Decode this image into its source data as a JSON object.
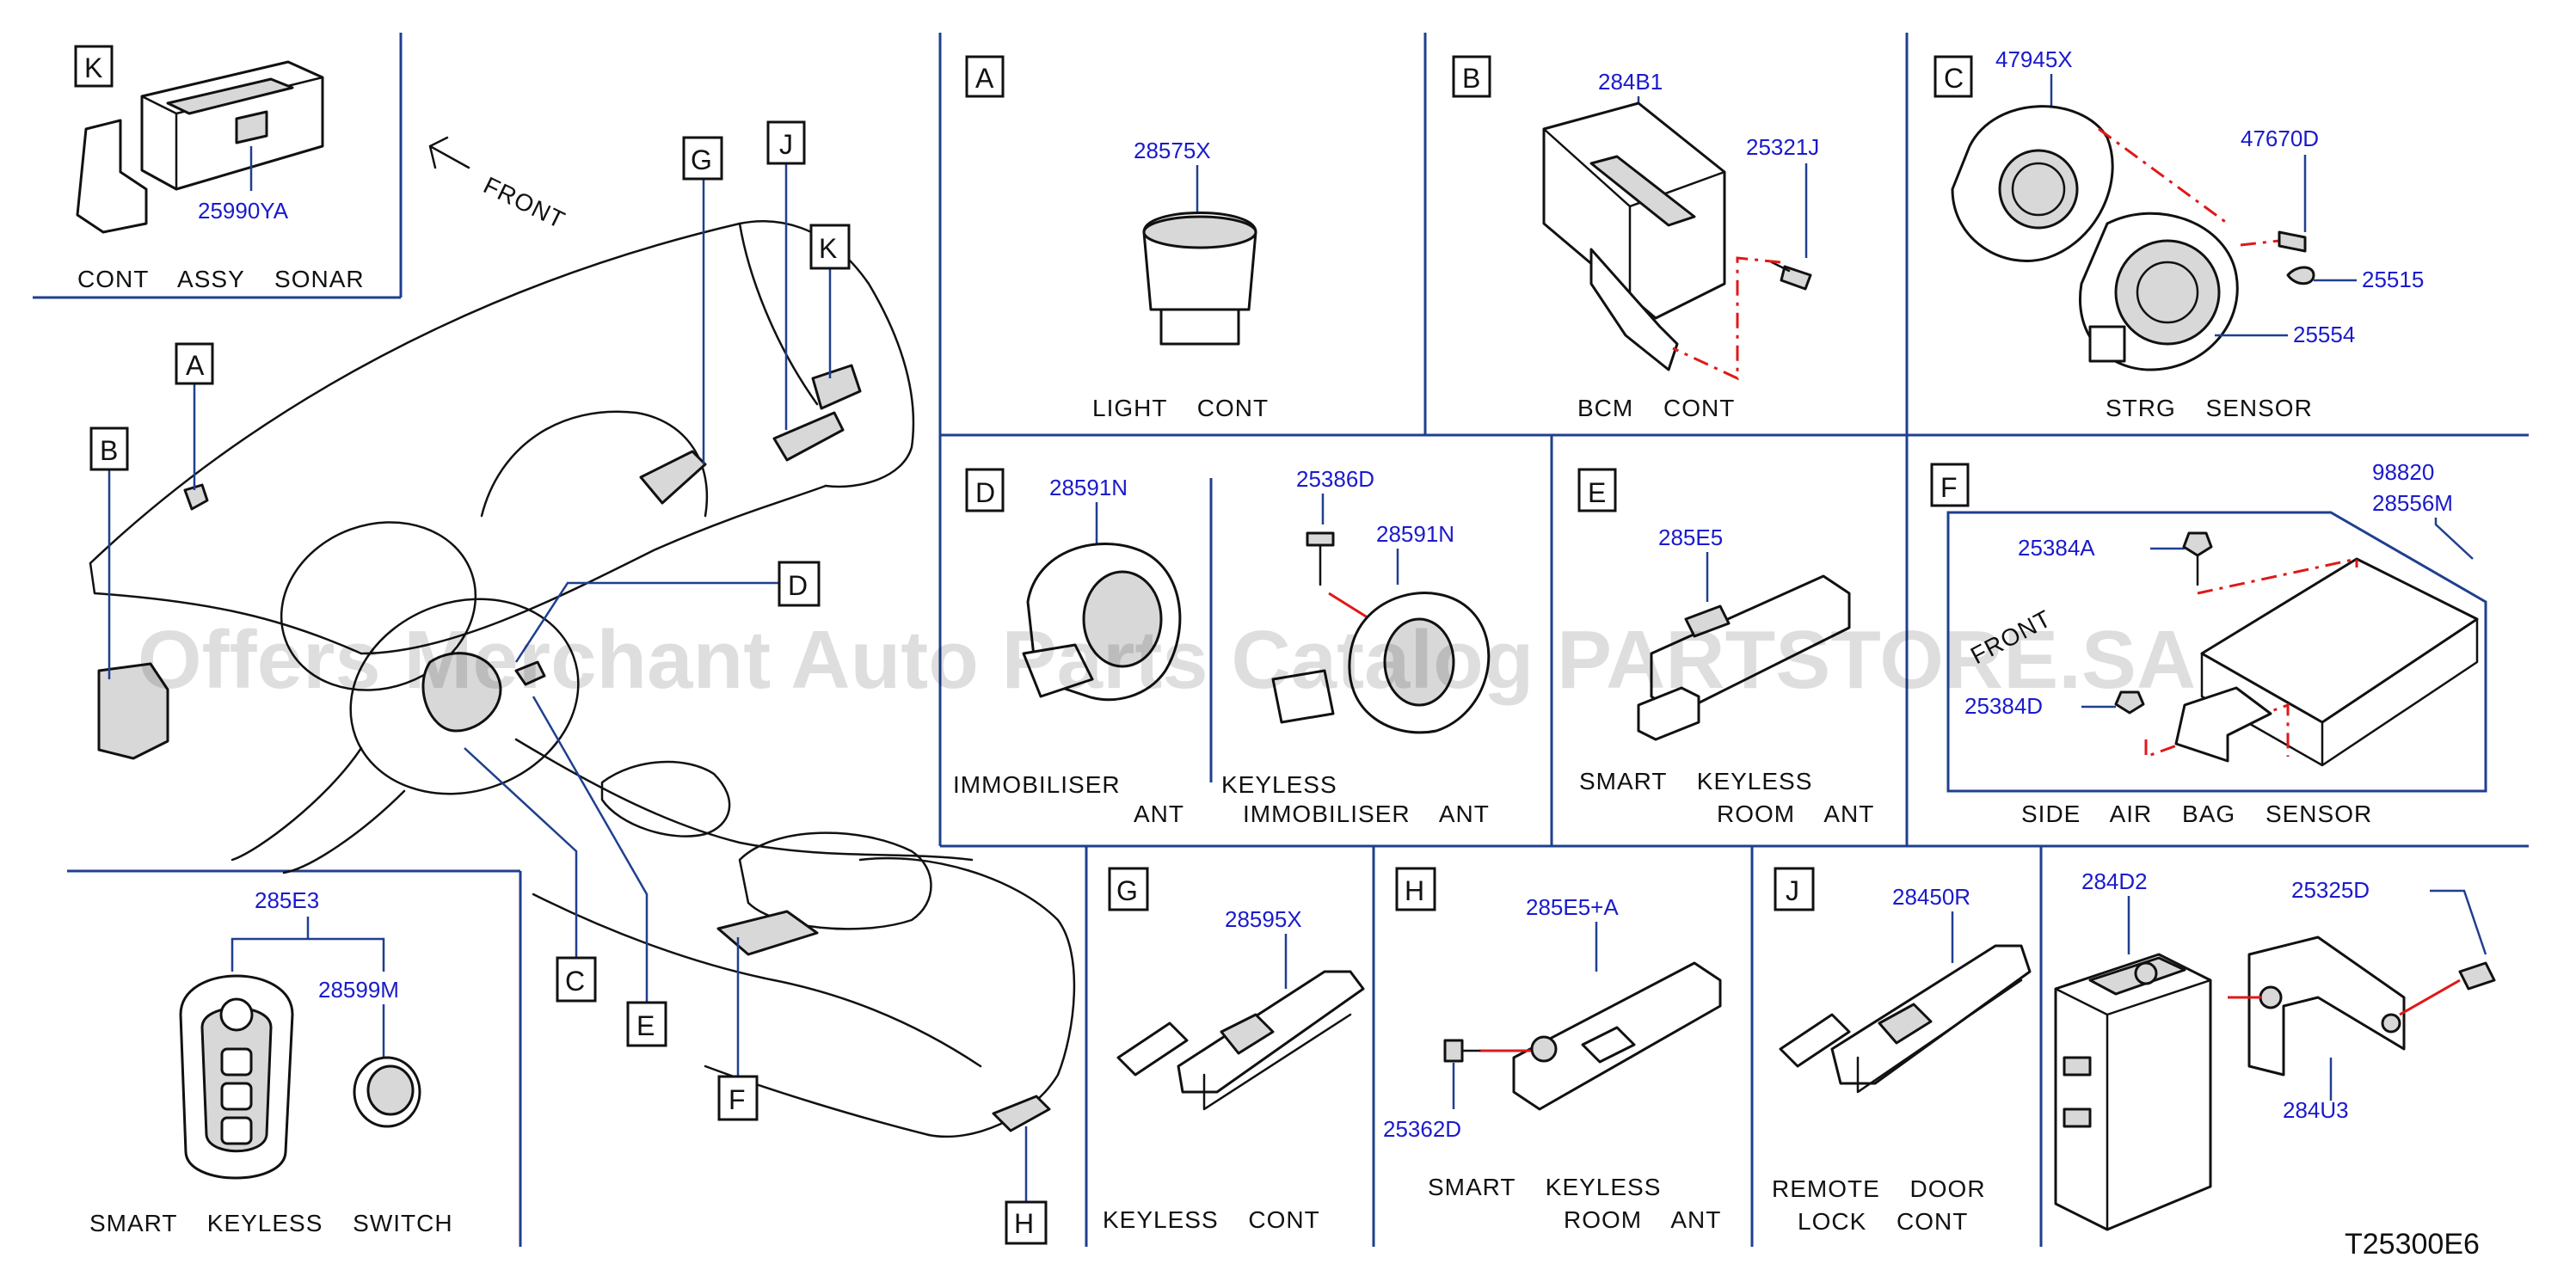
{
  "diagram_code": "T25300E6",
  "watermark": "Offers Merchant Auto Parts Catalog PARTSTORE.SA",
  "front_label": "FRONT",
  "callouts": {
    "A": "A",
    "B": "B",
    "C": "C",
    "D": "D",
    "E": "E",
    "F": "F",
    "G": "G",
    "H": "H",
    "J": "J",
    "K": "K"
  },
  "panels": {
    "K": {
      "ref": "K",
      "parts": [
        "25990YA"
      ],
      "caption": [
        "CONT ASSY SONAR"
      ]
    },
    "A": {
      "ref": "A",
      "parts": [
        "28575X"
      ],
      "caption": [
        "LIGHT CONT"
      ]
    },
    "B": {
      "ref": "B",
      "parts": [
        "284B1",
        "25321J"
      ],
      "caption": [
        "BCM CONT"
      ]
    },
    "C": {
      "ref": "C",
      "parts": [
        "47945X",
        "47670D",
        "25515",
        "25554"
      ],
      "caption": [
        "STRG SENSOR"
      ]
    },
    "D": {
      "ref": "D",
      "parts": [
        "28591N",
        "25386D",
        "28591N"
      ],
      "caption": [
        "IMMOBILISER",
        "ANT",
        "KEYLESS",
        "IMMOBILISER ANT"
      ]
    },
    "E": {
      "ref": "E",
      "parts": [
        "285E5"
      ],
      "caption": [
        "SMART KEYLESS",
        "ROOM ANT"
      ]
    },
    "F": {
      "ref": "F",
      "parts": [
        "98820",
        "28556M",
        "25384A",
        "25384D"
      ],
      "caption": [
        "SIDE AIR BAG SENSOR"
      ],
      "front_label": "FRONT"
    },
    "keyfob": {
      "parts": [
        "285E3",
        "28599M"
      ],
      "caption": [
        "SMART KEYLESS SWITCH"
      ]
    },
    "G": {
      "ref": "G",
      "parts": [
        "28595X"
      ],
      "caption": [
        "KEYLESS CONT"
      ]
    },
    "H": {
      "ref": "H",
      "parts": [
        "285E5+A",
        "25362D"
      ],
      "caption": [
        "SMART KEYLESS",
        "ROOM ANT"
      ]
    },
    "J": {
      "ref": "J",
      "parts": [
        "28450R"
      ],
      "caption": [
        "REMOTE DOOR",
        "LOCK CONT"
      ]
    },
    "misc": {
      "parts": [
        "284D2",
        "25325D",
        "284U3"
      ]
    }
  }
}
